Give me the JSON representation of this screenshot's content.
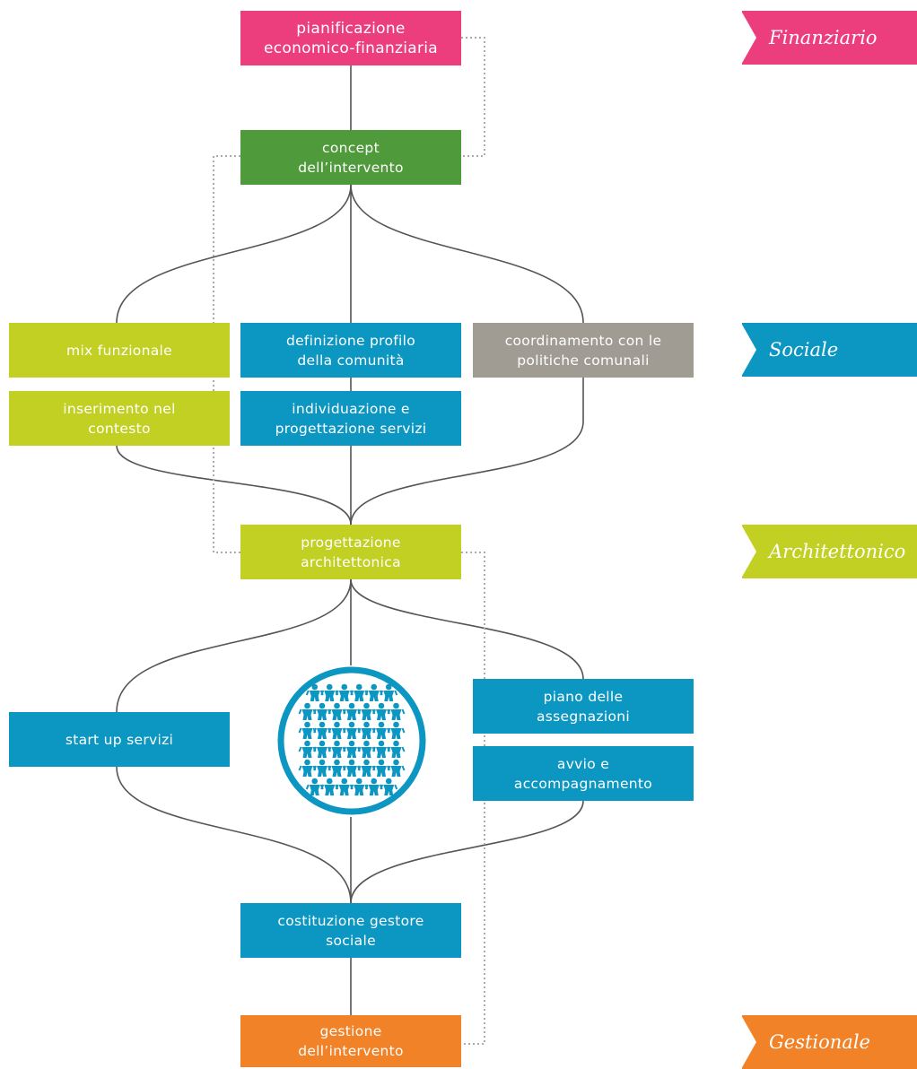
{
  "colors": {
    "finanziario": "#ec3e7c",
    "concept": "#4f9a3a",
    "lime": "#c2cf23",
    "sociale": "#0c96c2",
    "grey": "#a09c94",
    "gestionale": "#f18227",
    "line": "#555555",
    "dotted": "#aaaaaa"
  },
  "boxes": {
    "pianificazione": "pianificazione\neconomico-finanziaria",
    "concept": "concept\ndell’intervento",
    "mix": "mix funzionale",
    "inserimento": "inserimento nel\ncontesto",
    "definizione": "definizione profilo\ndella comunità",
    "individuazione": "individuazione e\nprogettazione servizi",
    "coordinamento": "coordinamento con le\npolitiche comunali",
    "progettazione": "progettazione\narchitettonica",
    "startup": "start up servizi",
    "piano": "piano delle\nassegnazioni",
    "avvio": "avvio e\naccompagnamento",
    "costituzione": "costituzione gestore\nsociale",
    "gestione": "gestione\ndell’intervento"
  },
  "tags": {
    "finanziario": "Finanziario",
    "sociale": "Sociale",
    "architettonico": "Architettonico",
    "gestionale": "Gestionale"
  },
  "community_icon": "people-group-icon"
}
